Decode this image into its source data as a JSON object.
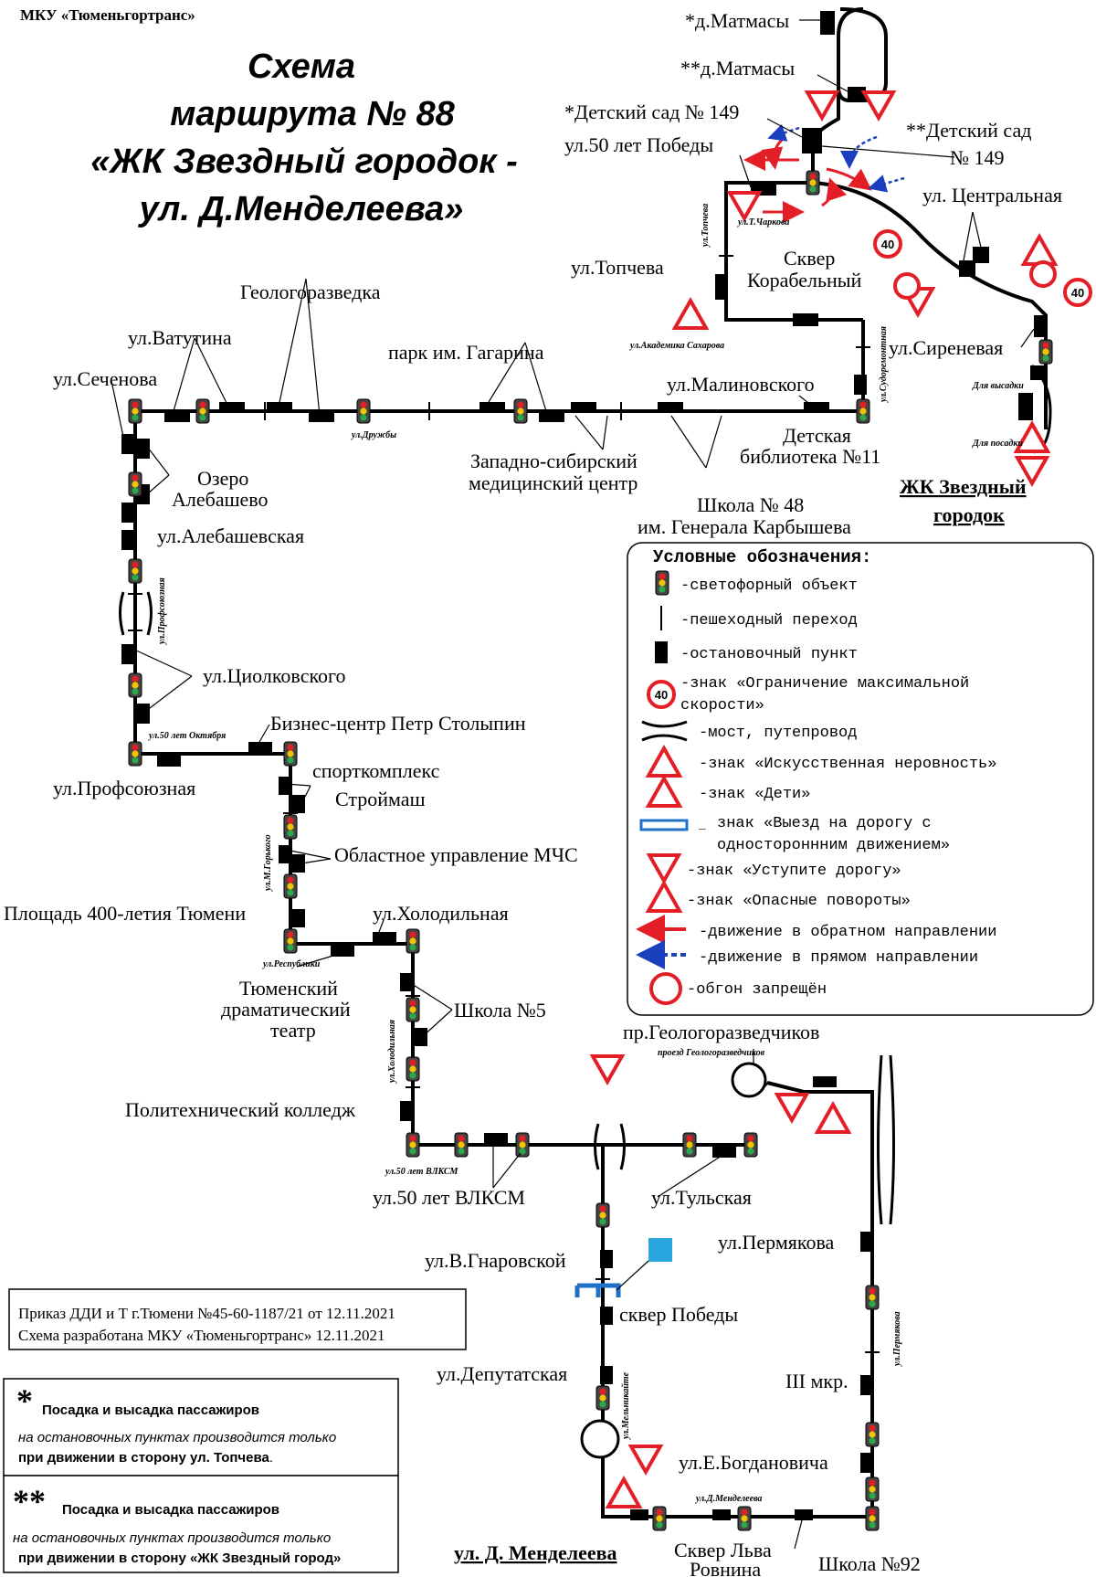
{
  "org": "МКУ «Тюменьгортранс»",
  "title": {
    "line1": "Схема",
    "line2": "маршрута № 88",
    "line3": "«ЖК Звездный городок -",
    "line4": "ул. Д.Менделеева»"
  },
  "labels": {
    "matmasy1": "*д.Матмасы",
    "matmasy2": "**д.Матмасы",
    "detsad1": "*Детский сад № 149",
    "pobedy50": "ул.50 лет Победы",
    "detsad2a": "**Детский сад",
    "detsad2b": "№ 149",
    "centralnaya": "ул. Центральная",
    "tcharkova": "ул.Т.Чаркова",
    "topcheva_v": "ул.Топчева",
    "topcheva": "ул.Топчева",
    "skver_kor1": "Сквер",
    "skver_kor2": "Корабельный",
    "akad_sakharova": "ул.Академика Сахарова",
    "sirenevaya": "ул.Сиреневая",
    "sudostroitelnaya": "ул.Судоремонтная",
    "dlya_vysadki": "Для высадки",
    "dlya_posadki": "Для посадки",
    "zk_zvezdny1": "ЖК Звездный",
    "zk_zvezdny2": "городок",
    "geologorazvedka": "Геологоразведка",
    "vatutina": "ул.Ватутина",
    "park_gagarina": "парк им. Гагарина",
    "malinovskogo": "ул.Малиновского",
    "sechenova": "ул.Сеченова",
    "druzhby": "ул.Дружбы",
    "zsmc1": "Западно-сибирский",
    "zsmc2": "медицинский центр",
    "detbib1": "Детская",
    "detbib2": "библиотека №11",
    "shkola48a": "Школа № 48",
    "shkola48b": "им. Генерала Карбышева",
    "ozero1": "Озеро",
    "ozero2": "Алебашево",
    "alebashevskaya": "ул.Алебашевская",
    "profsoyuznaya_v": "ул.Профсоюзная",
    "tsiolkovskogo": "ул.Циолковского",
    "oktyabrya50": "ул.50 лет Октября",
    "biznes_centr": "Бизнес-центр Петр Столыпин",
    "profsoyuznaya": "ул.Профсоюзная",
    "sportkompleks": "спорткомплекс",
    "stroymash": "Строймаш",
    "gorkogo": "ул.М.Горького",
    "mchs": "Областное управление МЧС",
    "ploshad400": "Площадь 400-летия Тюмени",
    "respubliki": "ул.Республики",
    "kholodilnaya": "ул.Холодильная",
    "teatr1": "Тюменский",
    "teatr2": "драматический",
    "teatr3": "театр",
    "kholodilnaya_v": "ул.Холодильная",
    "shkola5": "Школа №5",
    "politekh": "Политехнический колледж",
    "vlksm_small": "ул.50 лет ВЛКСМ",
    "vlksm": "ул.50 лет ВЛКСМ",
    "geologorazvedchikov": "пр.Геологоразведчиков",
    "proezd_geo": "проезд Геологоразведчиков",
    "tulskaya": "ул.Тульская",
    "gnarovskoy": "ул.В.Гнаровской",
    "permyakova": "ул.Пермякова",
    "permyakova_v": "ул.Пермякова",
    "skver_pobedy": "сквер Победы",
    "deputatskaya": "ул.Депутатская",
    "melnikayte": "ул.Мельникайте",
    "mkr3": "III мкр.",
    "bogdanovicha": "ул.Е.Богдановича",
    "mendeleeva_small": "ул.Д.Менделеева",
    "mendeleeva": "ул. Д. Менделеева",
    "skver_rovnina1": "Сквер Льва",
    "skver_rovnina2": "Ровнина",
    "shkola92": "Школа №92"
  },
  "legend": {
    "title": "Условные обозначения:",
    "items": [
      "-светофорный объект",
      "-пешеходный переход",
      "-остановочный пункт",
      "-знак «Ограничение максимальной",
      "скорости»",
      "-мост, путепровод",
      "-знак «Искусственная неровность»",
      "-знак «Дети»",
      "знак «Выезд на дорогу с",
      "одностороннним движением»",
      "-знак «Уступите дорогу»",
      "-знак «Опасные повороты»",
      "-движение в обратном направлении",
      "-движение в прямом направлении",
      "-обгон запрещён"
    ],
    "speed": "40"
  },
  "order": {
    "line1": "Приказ ДДИ и Т г.Тюмени №45-60-1187/21 от 12.11.2021",
    "line2": "Схема разработана МКУ «Тюменьгортранс» 12.11.2021"
  },
  "notes": {
    "star1": "*",
    "note1_title": "Посадка и высадка пассажиров",
    "note1_line1": "на остановочных пунктах производится только",
    "note1_line2_bold": "при движении в сторону ул. Топчева",
    "note1_line2_end": ".",
    "star2": "**",
    "note2_title": "Посадка и высадка пассажиров",
    "note2_line1": "на остановочных пунктах производится только",
    "note2_line2_bold": "при движении в сторону «ЖК Звездный город»"
  },
  "colors": {
    "red": "#e41e26",
    "blue": "#1b3fbf",
    "signblue": "#1e70c8",
    "lightblue": "#2aa6df"
  }
}
